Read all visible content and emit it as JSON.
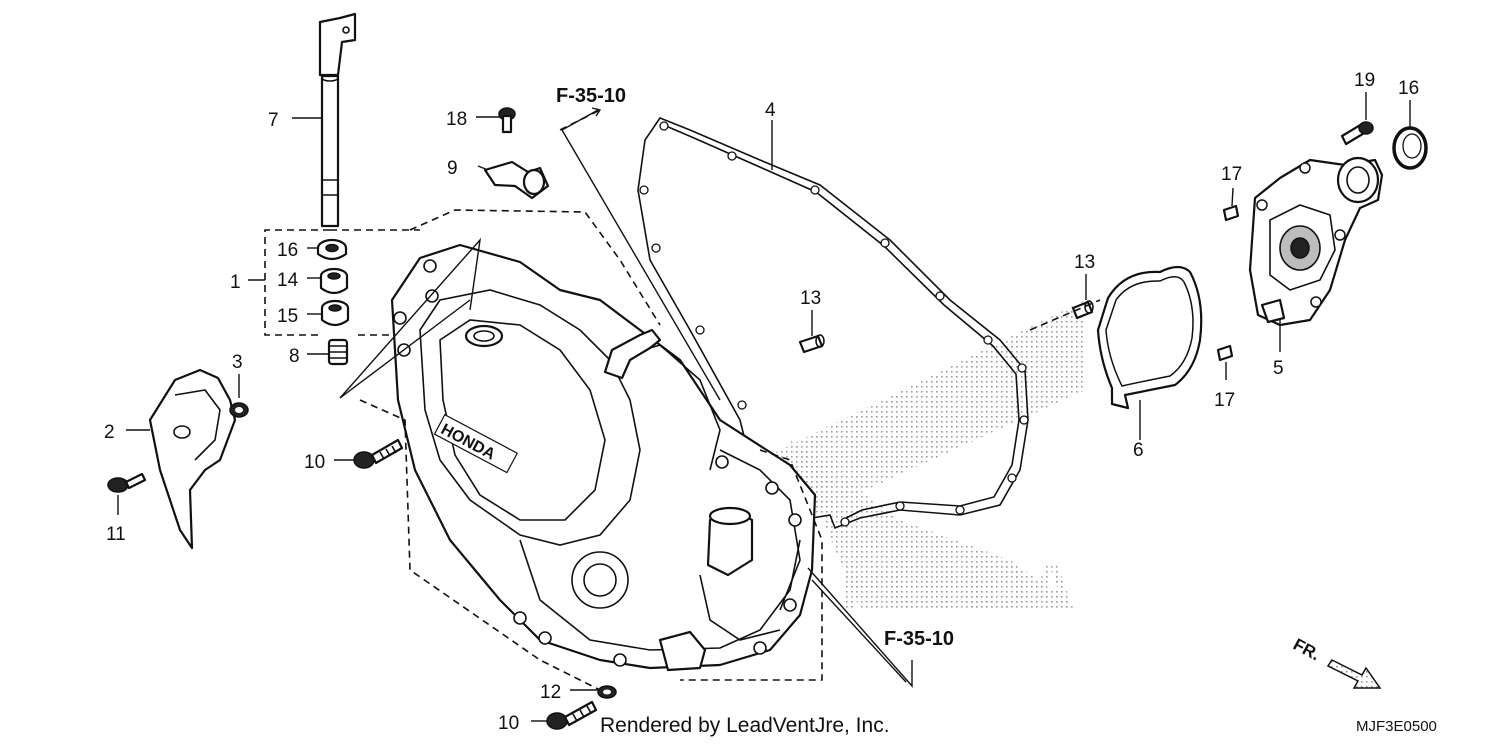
{
  "colors": {
    "line": "#111111",
    "background": "#ffffff",
    "stipple": "#9a9a9a"
  },
  "callouts": [
    {
      "id": "1",
      "text": "1"
    },
    {
      "id": "2",
      "text": "2"
    },
    {
      "id": "3",
      "text": "3"
    },
    {
      "id": "4",
      "text": "4"
    },
    {
      "id": "5",
      "text": "5"
    },
    {
      "id": "6",
      "text": "6"
    },
    {
      "id": "7",
      "text": "7"
    },
    {
      "id": "8",
      "text": "8"
    },
    {
      "id": "9",
      "text": "9"
    },
    {
      "id": "10a",
      "text": "10"
    },
    {
      "id": "10b",
      "text": "10"
    },
    {
      "id": "11",
      "text": "11"
    },
    {
      "id": "12",
      "text": "12"
    },
    {
      "id": "13a",
      "text": "13"
    },
    {
      "id": "13b",
      "text": "13"
    },
    {
      "id": "14",
      "text": "14"
    },
    {
      "id": "15",
      "text": "15"
    },
    {
      "id": "16a",
      "text": "16"
    },
    {
      "id": "16b",
      "text": "16"
    },
    {
      "id": "17a",
      "text": "17"
    },
    {
      "id": "17b",
      "text": "17"
    },
    {
      "id": "18",
      "text": "18"
    },
    {
      "id": "19",
      "text": "19"
    }
  ],
  "references": [
    {
      "id": "top",
      "text": "F-35-10"
    },
    {
      "id": "bottom",
      "text": "F-35-10"
    }
  ],
  "credit": "Rendered by LeadVentJre, Inc.",
  "diagram_code": "MJF3E0500",
  "front_marker": "FR.",
  "cover_logo": "HONDA",
  "watermark": "HONDA"
}
